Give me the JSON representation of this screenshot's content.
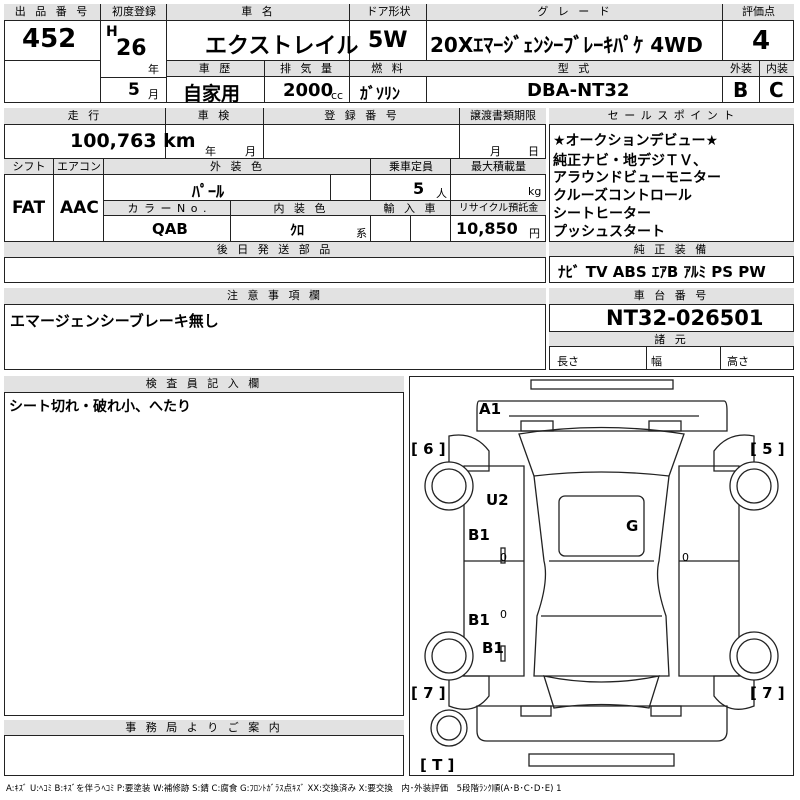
{
  "lot": {
    "label": "出 品 番 号",
    "value": "452"
  },
  "first_reg": {
    "label": "初度登録",
    "era": "H",
    "year": "26",
    "year_unit": "年",
    "month": "5",
    "month_unit": "月"
  },
  "car_name": {
    "label": "車 名",
    "value": "エクストレイル"
  },
  "door": {
    "label": "ドア形状",
    "value": "5W"
  },
  "grade": {
    "label": "グ レ ー ド",
    "value": "20Xｴﾏｰｼﾞｪﾝｼｰﾌﾞﾚｰｷﾊﾟｹ 4WD"
  },
  "score": {
    "label": "評価点",
    "value": "4",
    "ext_label": "外装",
    "int_label": "内装",
    "ext": "B",
    "int": "C"
  },
  "history": {
    "label": "車 歴",
    "value": "自家用"
  },
  "displacement": {
    "label": "排 気 量",
    "value": "2000",
    "unit": "cc"
  },
  "fuel": {
    "label": "燃 料",
    "value": "ｶﾞｿﾘﾝ"
  },
  "model": {
    "label": "型 式",
    "value": "DBA-NT32"
  },
  "mileage": {
    "label": "走 行",
    "value": "100,763 km"
  },
  "inspection": {
    "label": "車 検",
    "year_unit": "年",
    "month_unit": "月"
  },
  "reg_no": {
    "label": "登 録 番 号"
  },
  "transfer": {
    "label": "譲渡書類期限",
    "month_unit": "月",
    "day_unit": "日"
  },
  "shift": {
    "label": "シフト",
    "value": "FAT"
  },
  "aircon": {
    "label": "エアコン",
    "value": "AAC"
  },
  "ext_color": {
    "label": "外 装 色",
    "value": "ﾊﾟｰﾙ"
  },
  "capacity": {
    "label": "乗車定員",
    "value": "5",
    "unit": "人"
  },
  "max_load": {
    "label": "最大積載量",
    "unit": "kg"
  },
  "color_no": {
    "label": "カ ラ ー N o .",
    "value": "QAB"
  },
  "int_color": {
    "label": "内 装 色",
    "value": "ｸﾛ",
    "suffix": "系"
  },
  "import": {
    "label": "輸 入 車"
  },
  "recycle": {
    "label": "リサイクル預託金",
    "value": "10,850",
    "unit": "円"
  },
  "later_parts": {
    "label": "後 日 発 送 部 品"
  },
  "sales_points": {
    "label": "セ ー ル ス ポ イ ン ト",
    "lines": [
      "★オークションデビュー★",
      "純正ナビ・地デジＴＶ、",
      "アラウンドビューモニター",
      "クルーズコントロール",
      "シートヒーター",
      "プッシュスタート"
    ]
  },
  "equipment": {
    "label": "純 正 装 備",
    "value": "ﾅﾋﾞ TV ABS ｴｱB ｱﾙﾐ PS PW"
  },
  "notes": {
    "label": "注 意 事 項 欄",
    "value": "エマージェンシーブレーキ無し"
  },
  "chassis": {
    "label": "車 台 番 号",
    "value": "NT32-026501"
  },
  "dims": {
    "label": "諸 元",
    "length": "長さ",
    "width": "幅",
    "height": "高さ"
  },
  "inspector": {
    "label": "検 査 員 記 入 欄",
    "value": "シート切れ・破れ小、へたり"
  },
  "office": {
    "label": "事 務 局 よ り ご 案 内"
  },
  "diagram": {
    "marks": [
      {
        "key": "a1",
        "text": "A1"
      },
      {
        "key": "u2",
        "text": "U2"
      },
      {
        "key": "g",
        "text": "G"
      },
      {
        "key": "b1a",
        "text": "B1"
      },
      {
        "key": "b1b",
        "text": "B1"
      },
      {
        "key": "b1c",
        "text": "B1"
      },
      {
        "key": "z1",
        "text": "0"
      },
      {
        "key": "z2",
        "text": "0"
      },
      {
        "key": "z3",
        "text": "0"
      }
    ],
    "brackets": {
      "tl": "[ 6 ]",
      "tr": "[ 5 ]",
      "bl": "[ 7 ]",
      "br": "[ 7 ]",
      "bt": "[ T ]"
    }
  },
  "legend": "A:ｷｽﾞ U:ﾍｺﾐ B:ｷｽﾞを伴うﾍｺﾐ P:要塗装 W:補修跡 S:錆 C:腐食 G:ﾌﾛﾝﾄｶﾞﾗｽ点ｷｽﾞ XX:交換済み X:要交換　内･外装評価　5段階ﾗﾝｸ順(A･B･C･D･E) 1"
}
